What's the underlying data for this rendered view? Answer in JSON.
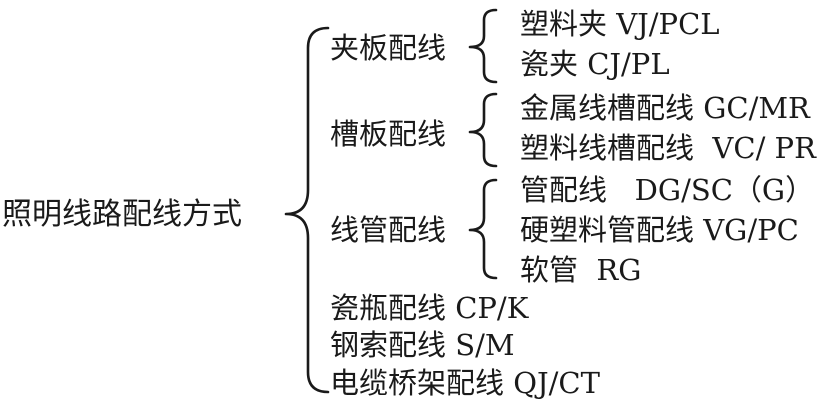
{
  "root": "照明线路配线方式",
  "categories": [
    {
      "label": "夹板配线",
      "children": [
        "塑料夹 VJ/PCL",
        "瓷夹 CJ/PL"
      ]
    },
    {
      "label": "槽板配线",
      "children": [
        "金属线槽配线 GC/MR",
        "塑料线槽配线  VC/ PR"
      ]
    },
    {
      "label": "线管配线",
      "children": [
        "管配线   DG/SC（G）",
        "硬塑料管配线 VG/PC",
        "软管  RG"
      ]
    },
    {
      "label": "瓷瓶配线 CP/K"
    },
    {
      "label": "钢索配线 S/M"
    },
    {
      "label": "电缆桥架配线 QJ/CT"
    }
  ]
}
